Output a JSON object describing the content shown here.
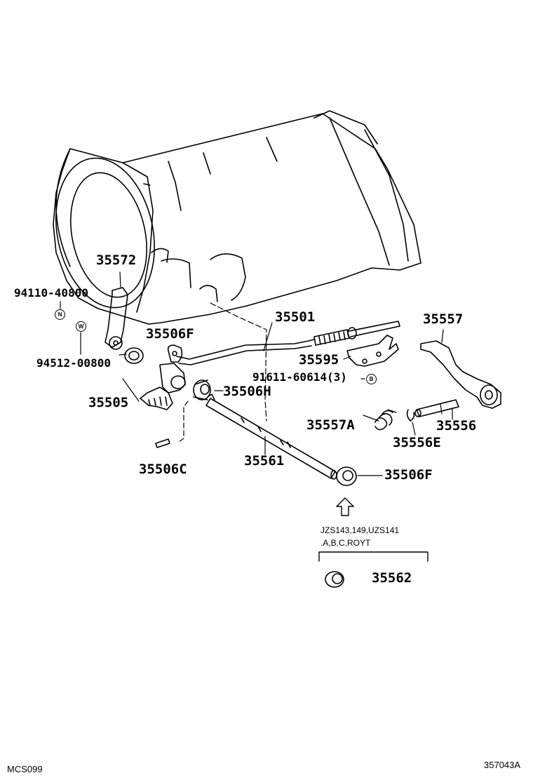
{
  "diagram": {
    "part_labels": {
      "p35572": "35572",
      "p94110": "94110-40800",
      "p94512": "94512-00800",
      "p35506F_top": "35506F",
      "p35505": "35505",
      "p35506H": "35506H",
      "p35506C": "35506C",
      "p35501": "35501",
      "p35595": "35595",
      "p91611": "91611-60614(3)",
      "p35561": "35561",
      "p35557A": "35557A",
      "p35556E": "35556E",
      "p35557": "35557",
      "p35556": "35556",
      "p35506F_bottom": "35506F",
      "p35562": "35562"
    },
    "markers": {
      "n": "N",
      "w": "W",
      "b": "B"
    },
    "applicability": {
      "line1": "JZS143,149,UZS141",
      "line2": ".A,B,C,ROYT"
    },
    "codes": {
      "left": "MCS099",
      "right": "357043A"
    }
  }
}
